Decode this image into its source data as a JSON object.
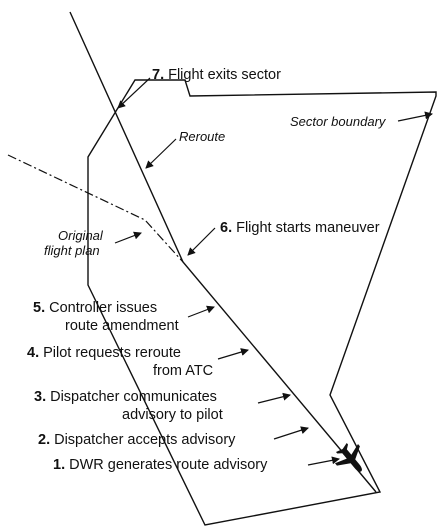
{
  "annotations": {
    "sector_boundary": "Sector boundary",
    "reroute": "Reroute",
    "original_line1": "Original",
    "original_line2": "flight plan"
  },
  "steps": [
    {
      "num": "7.",
      "text": "Flight exits sector"
    },
    {
      "num": "6.",
      "text": "Flight starts maneuver"
    },
    {
      "num": "5.",
      "text": "Controller issues",
      "text2": "route amendment"
    },
    {
      "num": "4.",
      "text": "Pilot requests reroute",
      "text2": "from ATC"
    },
    {
      "num": "3.",
      "text": "Dispatcher communicates",
      "text2": "advisory to pilot"
    },
    {
      "num": "2.",
      "text": "Dispatcher accepts advisory"
    },
    {
      "num": "1.",
      "text": "DWR generates route advisory"
    }
  ],
  "icons": {
    "aircraft": "airplane-icon"
  }
}
